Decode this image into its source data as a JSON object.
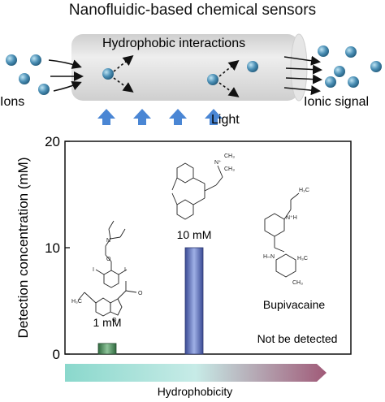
{
  "title": "Nanofluidic-based chemical sensors",
  "schematic": {
    "left_label": "Ions",
    "tube_label": "Hydrophobic interactions",
    "light_label": "Light",
    "right_label": "Ionic signal",
    "colors": {
      "tube": "#e3e3e3",
      "ion": "#4b8fb5",
      "light_arrow": "#4a86d4"
    }
  },
  "chart_data": {
    "type": "bar",
    "ylabel": "Detection concentration (mM)",
    "ylim": [
      0,
      20
    ],
    "yticks": [
      "0",
      "10",
      "20"
    ],
    "xlabel": "Hydrophobicity",
    "values": [
      1,
      10
    ],
    "colors": [
      "#4f8f5f",
      "#4f63b0"
    ],
    "annotations": {
      "bar1_label": "1 mM",
      "bar2_label": "10 mM",
      "compound3_name": "Bupivacaine",
      "compound3_note": "Not be detected"
    },
    "gradient_colors": [
      "#8ad8cc",
      "#a05a78"
    ]
  }
}
